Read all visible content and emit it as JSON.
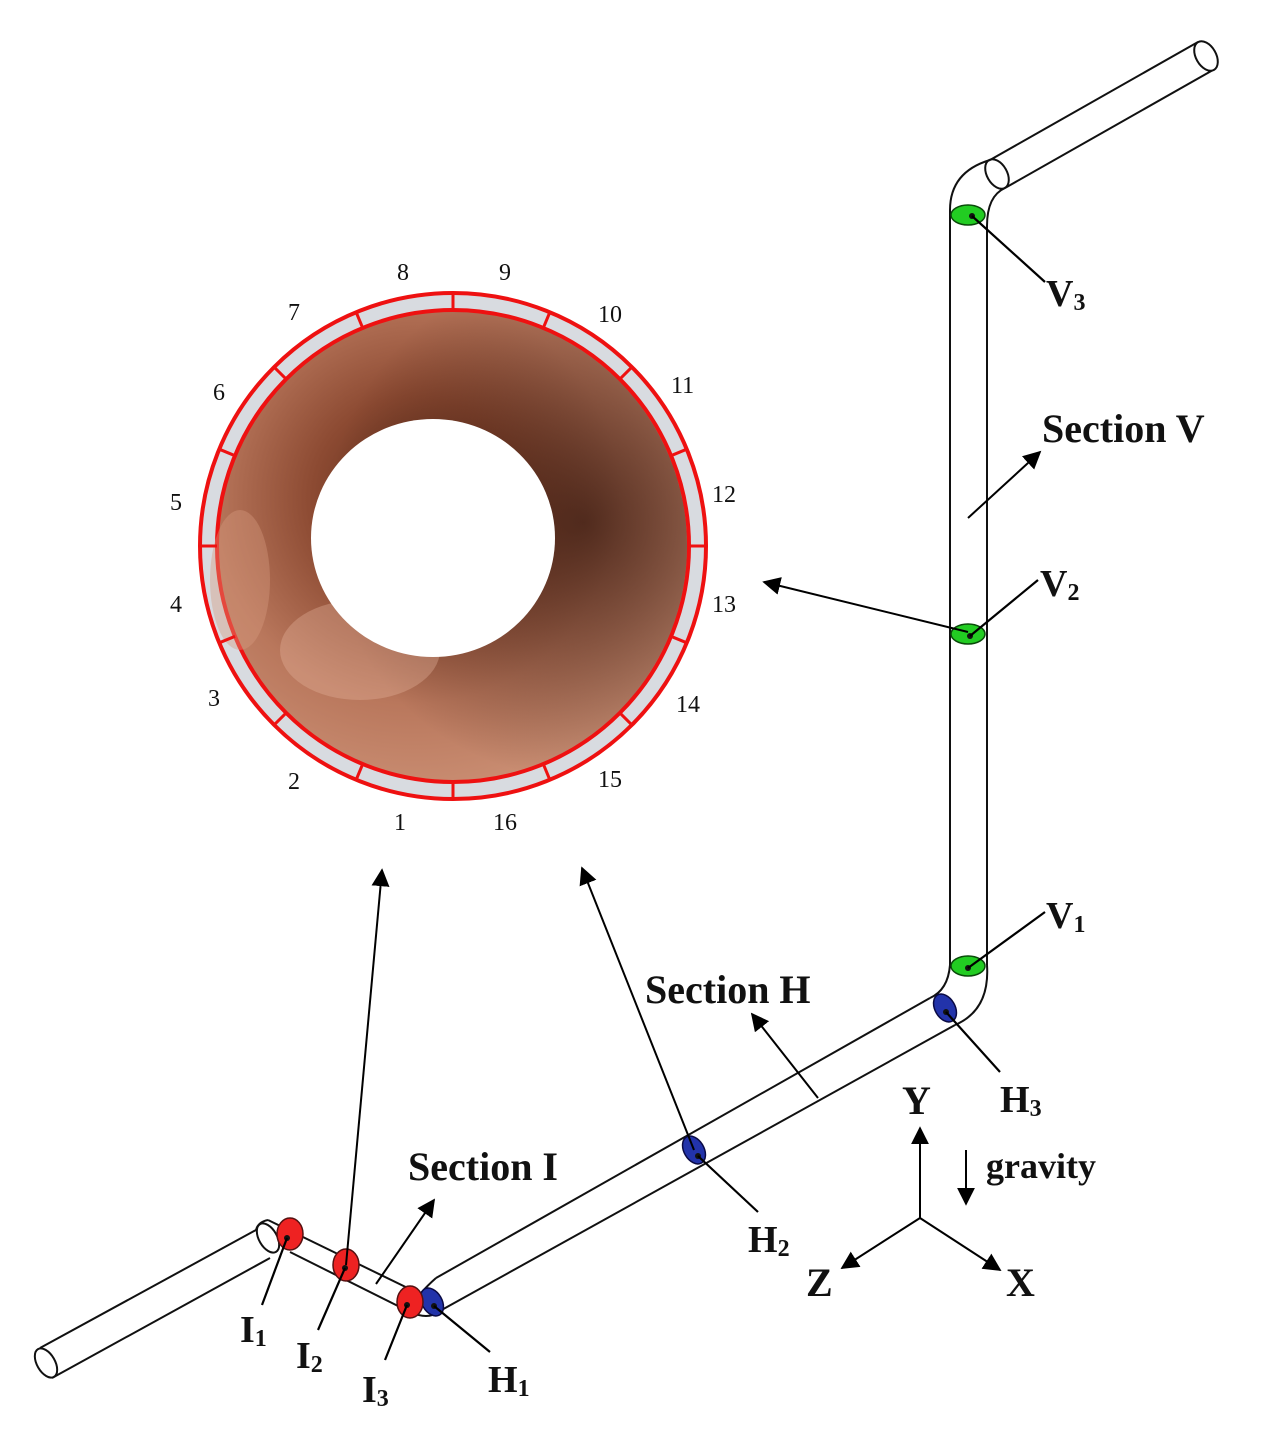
{
  "section_labels": {
    "v": "Section V",
    "h": "Section H",
    "i": "Section I"
  },
  "probes": {
    "v3": {
      "letter": "V",
      "sub": "3"
    },
    "v2": {
      "letter": "V",
      "sub": "2"
    },
    "v1": {
      "letter": "V",
      "sub": "1"
    },
    "h3": {
      "letter": "H",
      "sub": "3"
    },
    "h2": {
      "letter": "H",
      "sub": "2"
    },
    "h1": {
      "letter": "H",
      "sub": "1"
    },
    "i1": {
      "letter": "I",
      "sub": "1"
    },
    "i2": {
      "letter": "I",
      "sub": "2"
    },
    "i3": {
      "letter": "I",
      "sub": "3"
    }
  },
  "ring_numbers": [
    "1",
    "2",
    "3",
    "4",
    "5",
    "6",
    "7",
    "8",
    "9",
    "10",
    "11",
    "12",
    "13",
    "14",
    "15",
    "16"
  ],
  "axes": {
    "y": "Y",
    "x": "X",
    "z": "Z",
    "gravity": "gravity"
  },
  "colors": {
    "ring_red": "#ee1111",
    "probe_green": "#22cc22",
    "probe_blue": "#2233aa",
    "probe_red": "#ee2222",
    "pipe_interior": "#a8634a"
  }
}
